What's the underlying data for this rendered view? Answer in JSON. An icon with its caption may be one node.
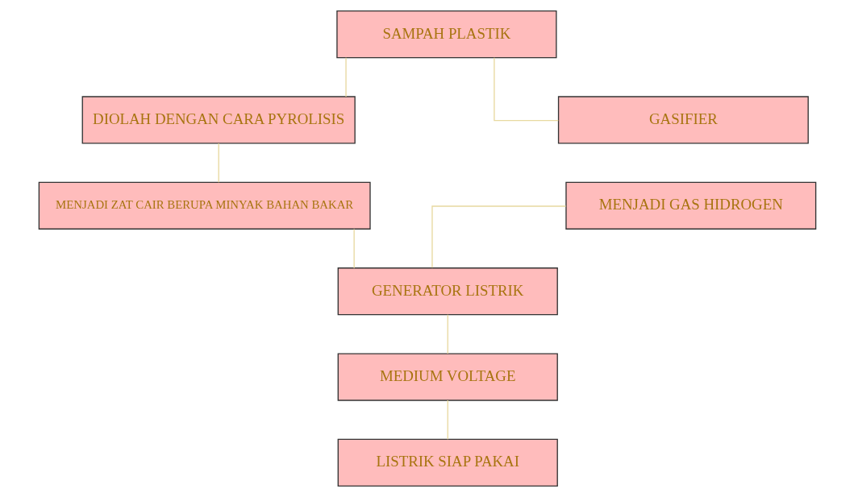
{
  "diagram": {
    "nodes": [
      {
        "text": [
          "SAMPAH PLASTIK"
        ]
      },
      {
        "text": [
          "DIOLAH DENGAN CARA PYROLISIS"
        ]
      },
      {
        "text": [
          "GASIFIER"
        ]
      },
      {
        "text": [
          "MENJADI ZAT CAIR BERUPA MINYAK BAHAN BAKAR"
        ]
      },
      {
        "text": [
          "MENJADI GAS HIDROGEN"
        ]
      },
      {
        "text": [
          "GENERATOR LISTRIK"
        ]
      },
      {
        "text": [
          "MEDIUM VOLTAGE"
        ]
      },
      {
        "text": [
          "LISTRIK SIAP PAKAI"
        ]
      }
    ],
    "edges": [
      {
        "from": 0,
        "to": 1,
        "arrow": "none"
      },
      {
        "from": 0,
        "to": 2,
        "arrow": "none"
      },
      {
        "from": 1,
        "to": 3,
        "arrow": "none"
      },
      {
        "from": 3,
        "to": 5,
        "arrow": "none"
      },
      {
        "from": 4,
        "to": 5,
        "arrow": "none"
      },
      {
        "from": 5,
        "to": 6,
        "arrow": "none"
      },
      {
        "from": 6,
        "to": 7,
        "arrow": "none"
      }
    ]
  }
}
